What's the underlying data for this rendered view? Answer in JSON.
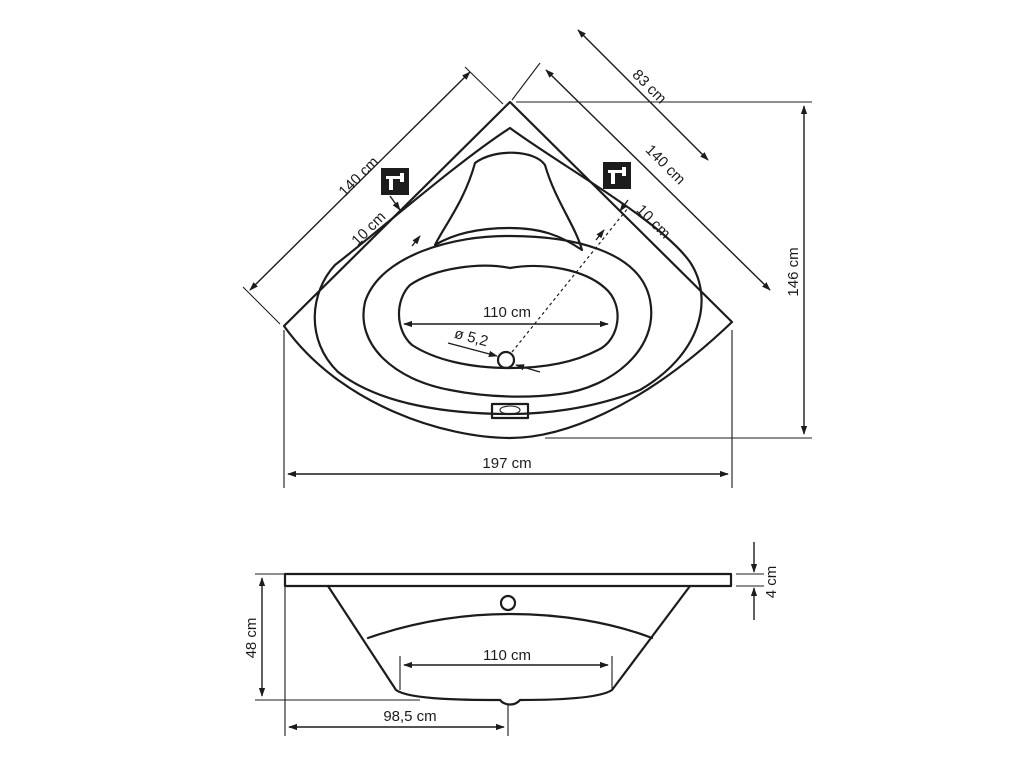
{
  "top_view": {
    "side_left": "140 cm",
    "rim_left": "10 cm",
    "side_right": "140 cm",
    "rim_right": "10 cm",
    "depth_diag": "83 cm",
    "height": "146 cm",
    "width": "197 cm",
    "basin_width": "110 cm",
    "drain_diameter": "ø 5,2",
    "faucet_icons": [
      "faucet-icon",
      "faucet-icon"
    ]
  },
  "side_view": {
    "height": "48 cm",
    "rim_thickness": "4 cm",
    "basin_width": "110 cm",
    "half_width": "98,5 cm"
  }
}
